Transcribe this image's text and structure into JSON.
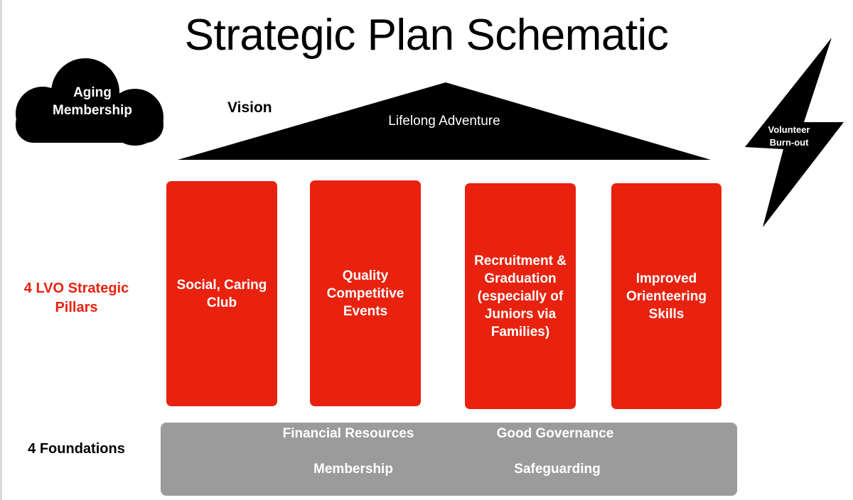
{
  "title": "Strategic Plan Schematic",
  "threats": {
    "cloud": "Aging Membership",
    "lightning": "Volunteer Burn-out"
  },
  "vision": {
    "label": "Vision",
    "text": "Lifelong Adventure"
  },
  "pillars": {
    "label": "4 LVO Strategic Pillars",
    "items": [
      "Social, Caring Club",
      "Quality Competitive Events",
      "Recruitment & Graduation (especially of Juniors via Families)",
      "Improved Orienteering Skills"
    ]
  },
  "foundations": {
    "label": "4 Foundations",
    "items": [
      "Financial Resources",
      "Good Governance",
      "Membership",
      "Safeguarding"
    ]
  },
  "colors": {
    "pillar": "#e8220f",
    "foundation": "#9b9b9b",
    "roof": "#000000"
  }
}
